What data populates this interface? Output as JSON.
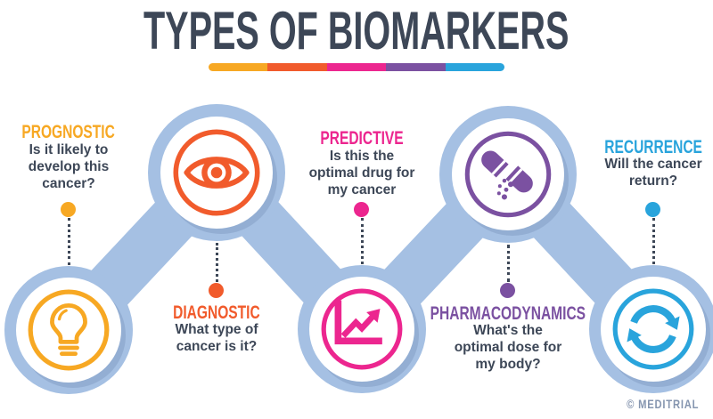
{
  "title": "TYPES OF BIOMARKERS",
  "divider_colors": [
    "#F7A823",
    "#F15B2C",
    "#EC268F",
    "#7B51A1",
    "#29A4DC"
  ],
  "palette": {
    "orange": "#F7A823",
    "red_orange": "#F15B2C",
    "magenta": "#EC268F",
    "purple": "#7B51A1",
    "blue": "#29A4DC",
    "slate": "#3D4757",
    "light_blue": "#A5C0E3",
    "footer_gray": "#8595AF"
  },
  "items": [
    {
      "label": "PROGNOSTIC",
      "question": "Is it likely to\ndevelop this\ncancer?",
      "color": "#F7A823",
      "icon": "lightbulb-icon",
      "node_position": "bottom"
    },
    {
      "label": "DIAGNOSTIC",
      "question": "What type of\ncancer is it?",
      "color": "#F15B2C",
      "icon": "eye-icon",
      "node_position": "top"
    },
    {
      "label": "PREDICTIVE",
      "question": "Is this the\noptimal drug for\nmy cancer",
      "color": "#EC268F",
      "icon": "growth-chart-icon",
      "node_position": "bottom"
    },
    {
      "label": "PHARMACODYNAMICS",
      "question": "What's the\noptimal dose for\nmy body?",
      "color": "#7B51A1",
      "icon": "capsule-pill-icon",
      "node_position": "top"
    },
    {
      "label": "RECURRENCE",
      "question": "Will the cancer\nreturn?",
      "color": "#29A4DC",
      "icon": "sync-arrows-icon",
      "node_position": "bottom"
    }
  ],
  "footer": {
    "credit": "© MEDITRIAL"
  }
}
